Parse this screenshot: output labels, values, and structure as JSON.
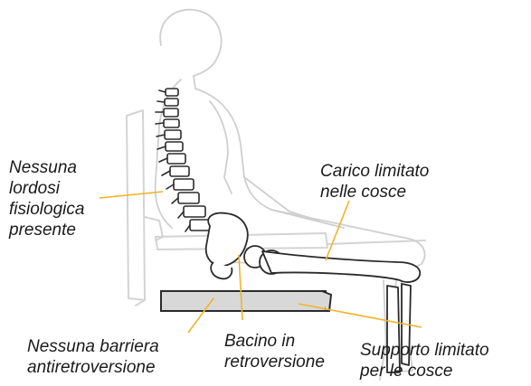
{
  "labels": {
    "lordosis": [
      "Nessuna",
      "lordosi",
      "fisiologica",
      "presente"
    ],
    "thigh_load": [
      "Carico limitato",
      "nelle cosce"
    ],
    "anti_retroversion": [
      "Nessuna barriera",
      "antiretroversione"
    ],
    "pelvis": [
      "Bacino in",
      "retroversione"
    ],
    "thigh_support": [
      "Supporto limitato",
      "per le cosce"
    ]
  },
  "colors": {
    "leader": "#f0b429",
    "outline": "#cfcfcf",
    "bone": "#2b2b2b",
    "cushion": "#d8d8d8"
  }
}
